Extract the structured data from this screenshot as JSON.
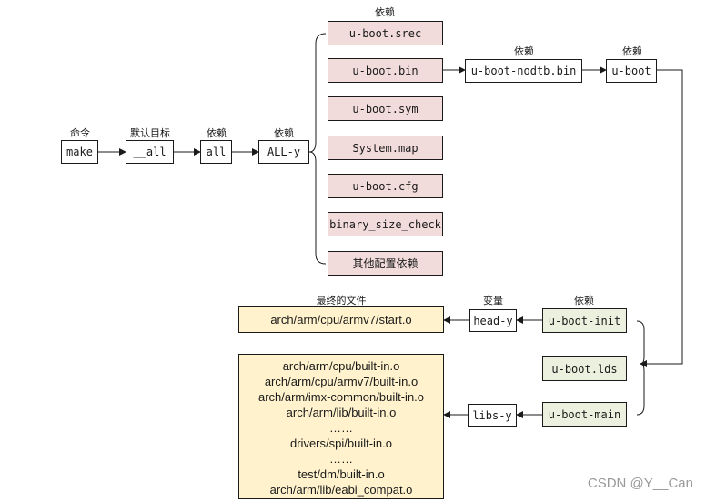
{
  "labels": {
    "command": "命令",
    "default_target": "默认目标",
    "dep1": "依赖",
    "dep2": "依赖",
    "dep_top": "依赖",
    "dep_nodtb": "依赖",
    "dep_uboot": "依赖",
    "final_file": "最终的文件",
    "variable": "变量",
    "dep_init": "依赖"
  },
  "nodes": {
    "make": "make",
    "all_default": "__all",
    "all": "all",
    "all_y": "ALL-y",
    "srec": "u-boot.srec",
    "bin": "u-boot.bin",
    "sym": "u-boot.sym",
    "systemmap": "System.map",
    "cfg": "u-boot.cfg",
    "binary_size_check": "binary_size_check",
    "other_deps": "其他配置依赖",
    "nodtb": "u-boot-nodtb.bin",
    "uboot": "u-boot",
    "start_o": "arch/arm/cpu/armv7/start.o",
    "head_y": "head-y",
    "uboot_init": "u-boot-init",
    "uboot_lds": "u-boot.lds",
    "libs_y": "libs-y",
    "uboot_main": "u-boot-main"
  },
  "objects": [
    "arch/arm/cpu/built-in.o",
    "arch/arm/cpu/armv7/built-in.o",
    "arch/arm/imx-common/built-in.o",
    "arch/arm/lib/built-in.o",
    "……",
    "drivers/spi/built-in.o",
    "……",
    "test/dm/built-in.o",
    "arch/arm/lib/eabi_compat.o"
  ],
  "watermark": "CSDN @Y__Can",
  "colors": {
    "pink": "#f2dcdb",
    "green": "#ebf1de",
    "yellow": "#fff2cc",
    "line": "#1a1a1a"
  }
}
